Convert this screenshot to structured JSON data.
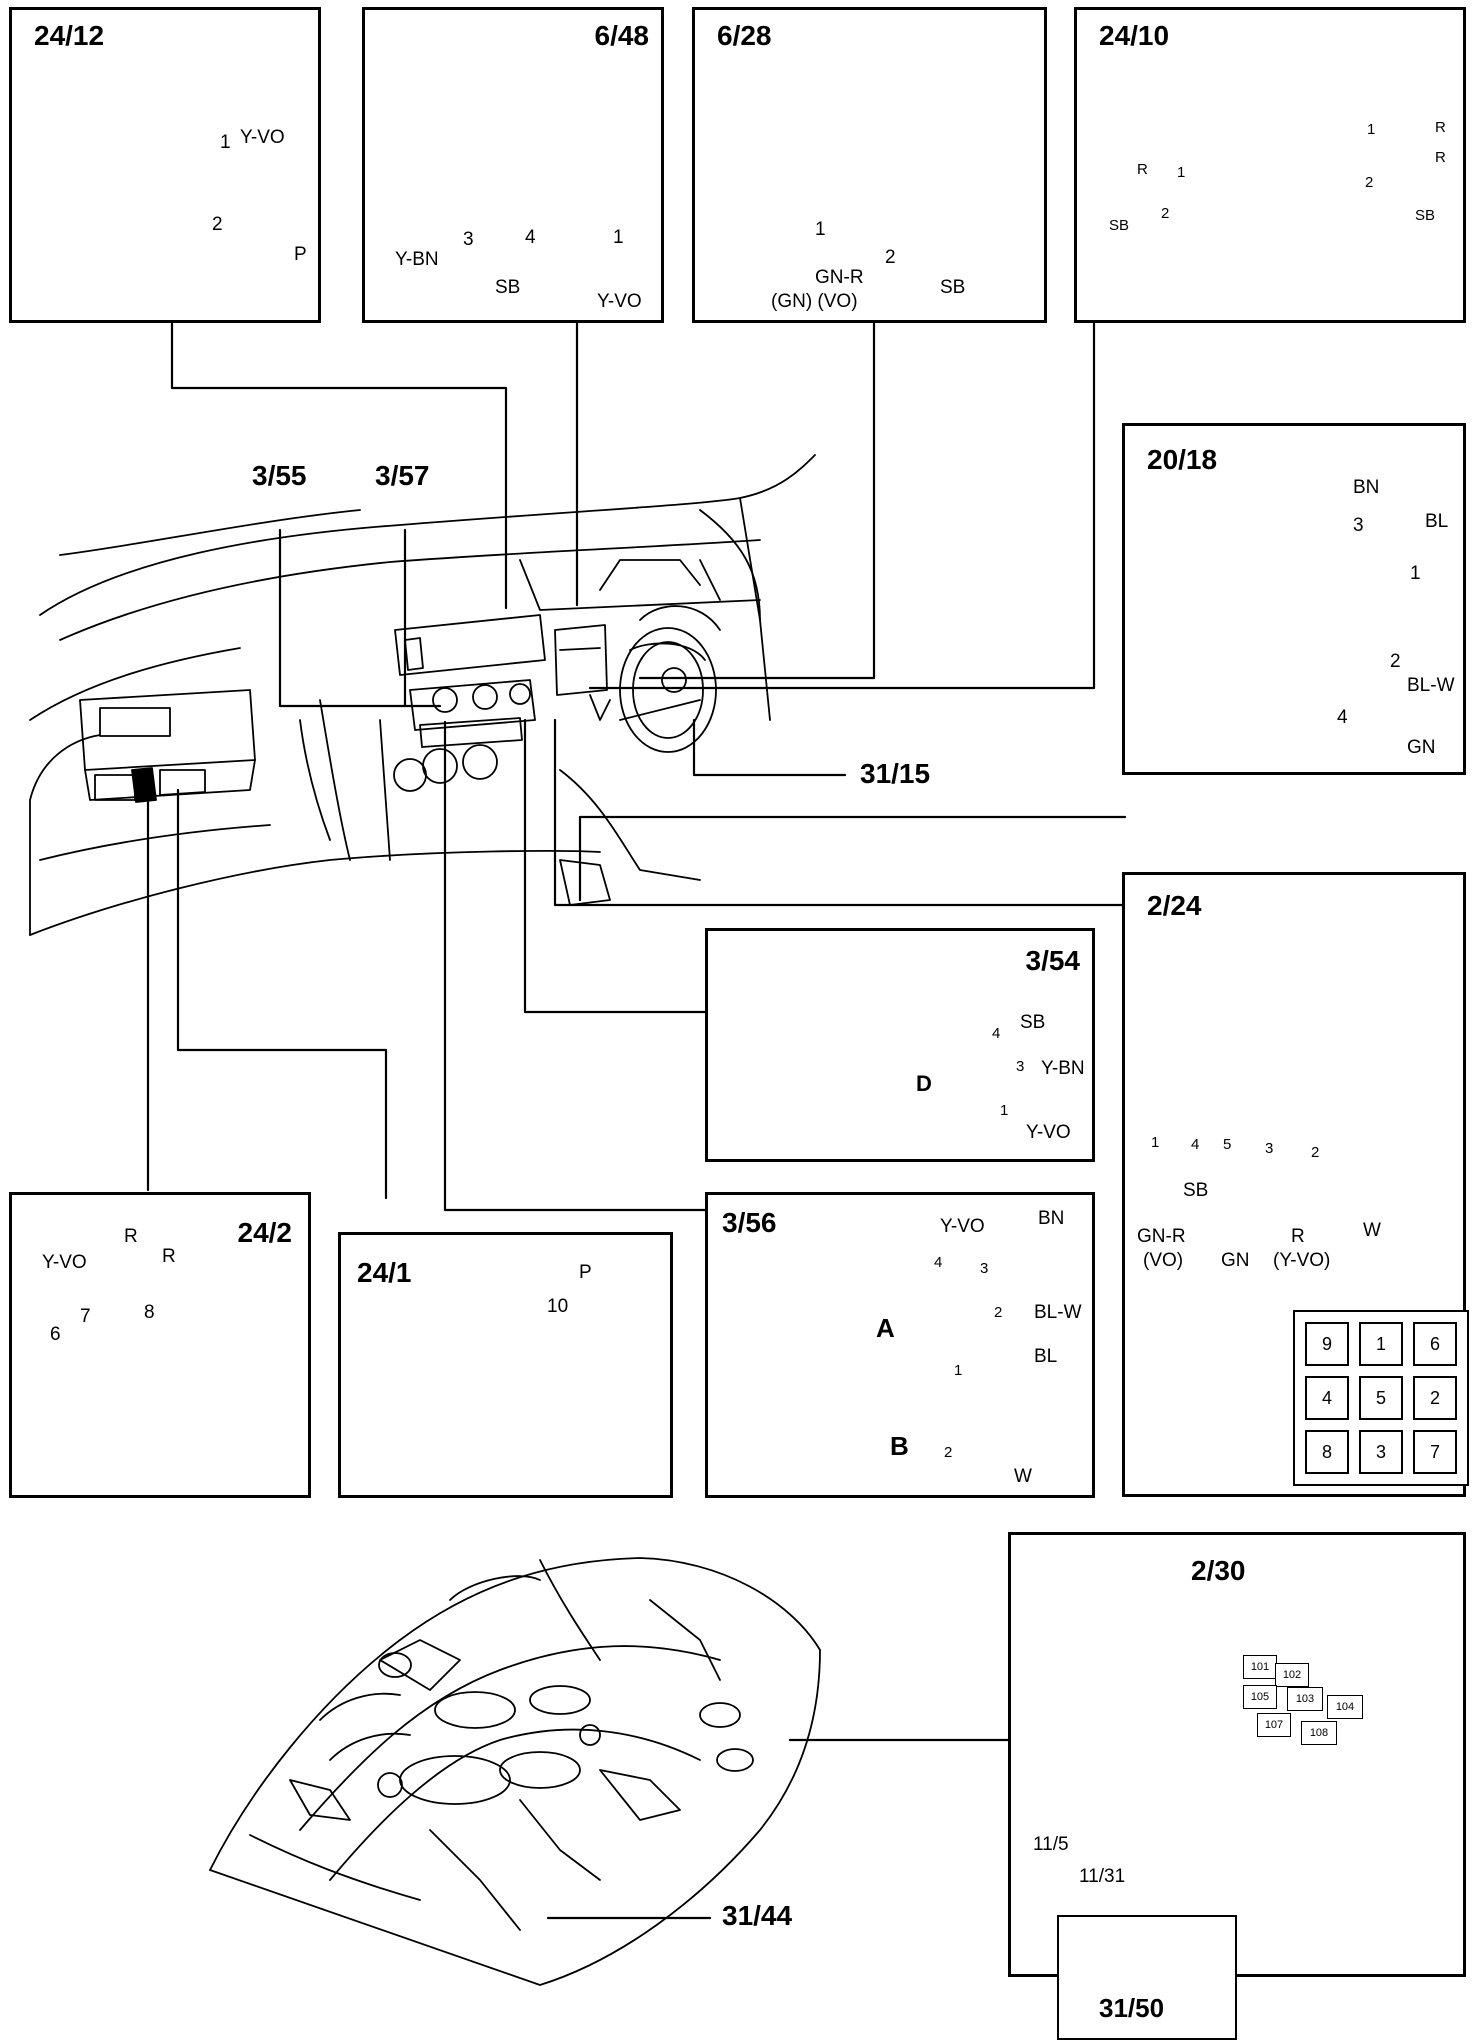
{
  "boxes": {
    "b24_12": {
      "title": "24/12",
      "labels": {
        "n1": "1",
        "yvo": "Y-VO",
        "n2": "2",
        "p": "P"
      }
    },
    "b6_48": {
      "title": "6/48",
      "labels": {
        "n3": "3",
        "ybn": "Y-BN",
        "n4": "4",
        "sb": "SB",
        "n1": "1",
        "yvo": "Y-VO"
      }
    },
    "b6_28": {
      "title": "6/28",
      "labels": {
        "n1": "1",
        "n2": "2",
        "gnr": "GN-R",
        "gnvo": "(GN) (VO)",
        "sb": "SB"
      }
    },
    "b24_10": {
      "title": "24/10",
      "labels": {
        "r1": "R",
        "n1a": "1",
        "r2": "R",
        "n1b": "1",
        "r3": "R",
        "n2a": "2",
        "sb1": "SB",
        "n2b": "2",
        "sb2": "SB"
      }
    },
    "b20_18": {
      "title": "20/18",
      "labels": {
        "bn": "BN",
        "n3": "3",
        "bl": "BL",
        "n1": "1",
        "n2": "2",
        "blw": "BL-W",
        "n4": "4",
        "gn": "GN"
      }
    },
    "b2_24": {
      "title": "2/24",
      "labels": {
        "n1": "1",
        "n4": "4",
        "n5": "5",
        "n3": "3",
        "n2": "2",
        "sb": "SB",
        "gnr": "GN-R",
        "vo": "(VO)",
        "gn": "GN",
        "r": "R",
        "yvo": "(Y-VO)",
        "w": "W"
      },
      "pins": [
        "9",
        "1",
        "6",
        "4",
        "5",
        "2",
        "8",
        "3",
        "7"
      ]
    },
    "b3_54": {
      "title": "3/54",
      "labels": {
        "sb": "SB",
        "n4": "4",
        "n3": "3",
        "ybn": "Y-BN",
        "n1": "1",
        "yvo": "Y-VO",
        "d": "D"
      }
    },
    "b3_56": {
      "title": "3/56",
      "labels": {
        "yvo": "Y-VO",
        "bn": "BN",
        "n4": "4",
        "n3": "3",
        "n2a": "2",
        "blw": "BL-W",
        "bl": "BL",
        "n1": "1",
        "n2b": "2",
        "w": "W",
        "a": "A",
        "b": "B"
      }
    },
    "b24_2": {
      "title": "24/2",
      "labels": {
        "r1": "R",
        "yvo": "Y-VO",
        "r2": "R",
        "n7": "7",
        "n8": "8",
        "n6": "6"
      }
    },
    "b24_1": {
      "title": "24/1",
      "labels": {
        "p": "P",
        "n10": "10"
      }
    },
    "b2_30": {
      "title": "2/30",
      "labels": {
        "c11_5": "11/5",
        "c11_31": "11/31"
      },
      "fuses": [
        "101",
        "102",
        "105",
        "103",
        "104",
        "107",
        "108"
      ]
    },
    "b31_50": {
      "title": "31/50"
    }
  },
  "refs": {
    "r3_55": "3/55",
    "r3_57": "3/57",
    "r31_15": "31/15",
    "r31_44": "31/44"
  }
}
